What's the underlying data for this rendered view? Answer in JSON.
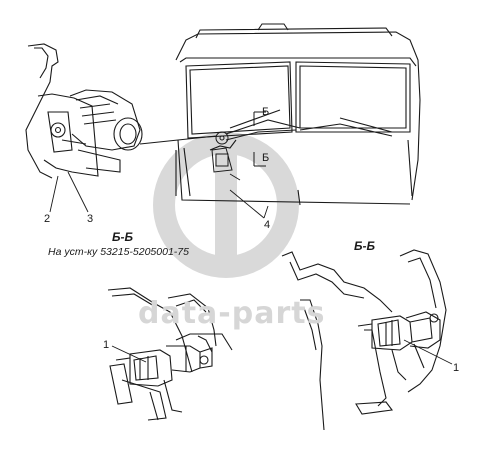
{
  "labels": {
    "callout_1_left": "1",
    "callout_1_right": "1",
    "callout_2": "2",
    "callout_3": "3",
    "callout_4": "4",
    "section_bb_left": "Б-Б",
    "section_bb_right": "Б-Б",
    "install_note": "На уст-ку 53215-5205001-75",
    "cut_mark_top": "Б",
    "cut_mark_bottom": "Б"
  },
  "watermark": {
    "text": "data-parts",
    "logo": "data-parts-logo"
  },
  "colors": {
    "line": "#1a1a1a",
    "watermark": "#d6d6d6"
  }
}
